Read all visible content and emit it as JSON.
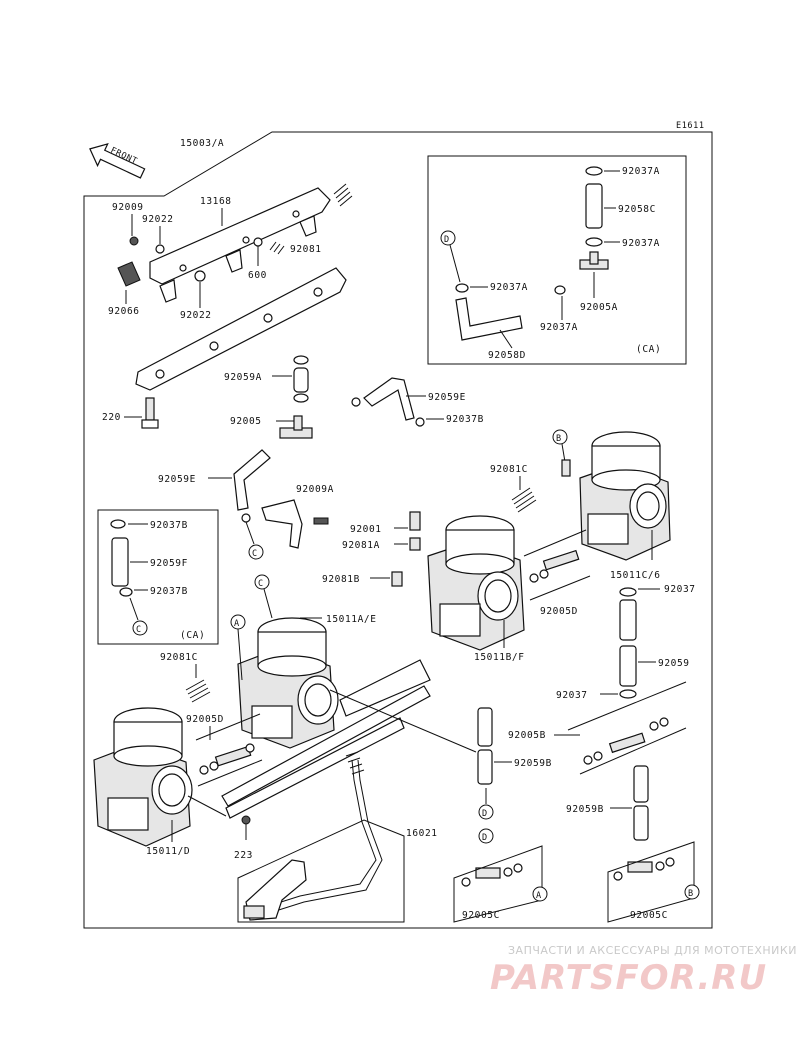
{
  "diagram_code": "E1611",
  "front_label": "FRONT",
  "parts": {
    "p15003A": "15003/A",
    "p13168": "13168",
    "p92009": "92009",
    "p92022a": "92022",
    "p92022b": "92022",
    "p92081": "92081",
    "p600": "600",
    "p92066": "92066",
    "p220": "220",
    "p92059A": "92059A",
    "p92005": "92005",
    "p92059E_top": "92059E",
    "p92037B_mid": "92037B",
    "p92059E_left": "92059E",
    "p92009A": "92009A",
    "p92001": "92001",
    "p92081A": "92081A",
    "p92081B": "92081B",
    "p92081C_top": "92081C",
    "p15011C6": "15011C/6",
    "p92037_r": "92037",
    "p92005D_r": "92005D",
    "p15011BF": "15011B/F",
    "p15011AE": "15011A/E",
    "p92081C_left": "92081C",
    "p92005D_left": "92005D",
    "p15011D": "15011/D",
    "p223": "223",
    "p16021": "16021",
    "p92059_r": "92059",
    "p92037_r2": "92037",
    "p92005B": "92005B",
    "p92059B_mid": "92059B",
    "p92059B_r": "92059B",
    "p92005C_mid": "92005C",
    "p92005C_r": "92005C"
  },
  "inset_ca_top": {
    "p92037A_1": "92037A",
    "p92058C": "92058C",
    "p92037A_2": "92037A",
    "p92037A_3": "92037A",
    "p92005A": "92005A",
    "p92037A_4": "92037A",
    "p92058D": "92058D",
    "note": "(CA)",
    "ref": "D"
  },
  "inset_ca_left": {
    "p92037B_1": "92037B",
    "p92059F": "92059F",
    "p92037B_2": "92037B",
    "note": "(CA)",
    "ref": "C"
  },
  "refs": {
    "A": "A",
    "B": "B",
    "C": "C",
    "D": "D"
  },
  "watermark": {
    "caption": "ЗАПЧАСТИ И АКСЕССУАРЫ ДЛЯ МОТОТЕХНИКИ",
    "logo": "PARTSFOR.RU"
  }
}
